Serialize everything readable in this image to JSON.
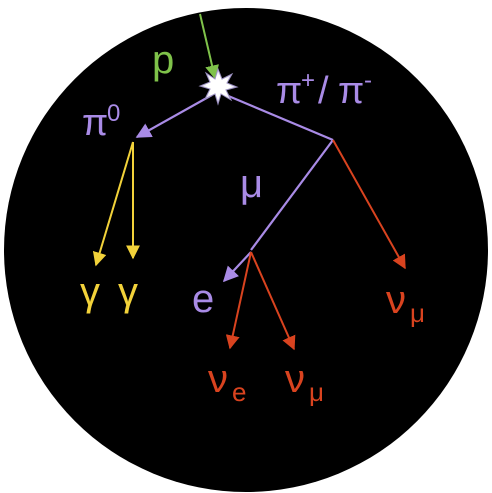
{
  "colors": {
    "background": "#000000",
    "proton": "#7fc24a",
    "pion": "#a98be6",
    "muon": "#a98be6",
    "photon": "#f2d23a",
    "neutrino": "#d9431f",
    "electron": "#a98be6"
  },
  "diagram": {
    "nodes": [
      {
        "id": "interaction",
        "icon": "starburst-icon"
      }
    ],
    "labels": {
      "proton": "p",
      "pi0_base": "π",
      "pi0_sup": "0",
      "charged_pion_a": "π",
      "charged_pion_sup_a": "+",
      "charged_pion_sep": "/",
      "charged_pion_b": "π",
      "charged_pion_sup_b": "-",
      "muon": "μ",
      "gamma_1": "γ",
      "gamma_2": "γ",
      "electron": "e",
      "nu_mu_1_base": "ν",
      "nu_mu_1_sub": "μ",
      "nu_e_base": "ν",
      "nu_e_sub": "e",
      "nu_mu_2_base": "ν",
      "nu_mu_2_sub": "μ"
    },
    "tracks": [
      {
        "from": "incoming",
        "to": "interaction",
        "particle": "proton"
      },
      {
        "from": "interaction",
        "to": "pi0_decay",
        "particle": "pi0"
      },
      {
        "from": "interaction",
        "to": "pion_decay",
        "particle": "charged_pion"
      },
      {
        "from": "pi0_decay",
        "to": "gamma_1",
        "particle": "photon"
      },
      {
        "from": "pi0_decay",
        "to": "gamma_2",
        "particle": "photon"
      },
      {
        "from": "pion_decay",
        "to": "muon_decay",
        "particle": "muon"
      },
      {
        "from": "pion_decay",
        "to": "nu_mu_1",
        "particle": "neutrino"
      },
      {
        "from": "muon_decay",
        "to": "electron",
        "particle": "electron"
      },
      {
        "from": "muon_decay",
        "to": "nu_e",
        "particle": "neutrino"
      },
      {
        "from": "muon_decay",
        "to": "nu_mu_2",
        "particle": "neutrino"
      }
    ]
  }
}
